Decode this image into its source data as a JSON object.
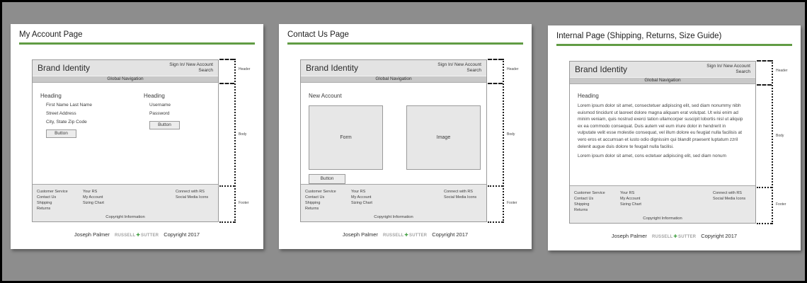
{
  "colors": {
    "background": "#8d8d8d",
    "canvas_border": "#000000",
    "card": "#ffffff",
    "accent_green": "#619c44",
    "wire_header_bg": "#e3e3e3",
    "wire_nav_bg": "#c8c8c8",
    "wire_footer_bg": "#e8e8e8",
    "logo_gray": "#a3a3a3",
    "logo_green": "#3f9e3f"
  },
  "shared": {
    "brand": "Brand Identity",
    "signin": "Sign In/ New Account",
    "search": "Search",
    "global_nav": "Global Navigation",
    "footer_col1": [
      "Customer Service",
      "Contact Us",
      "Shipping",
      "Returns"
    ],
    "footer_col2": [
      "Your RS",
      "My Account",
      "Sizing Chart"
    ],
    "footer_col3": [
      "Connect with RS",
      "Social Media Icons"
    ],
    "copyright_info": "Copyright Information",
    "annotations": [
      "Header",
      "Body",
      "Footer"
    ],
    "credit": {
      "author": "Joseph Palmer",
      "logo_left": "RUSSELL",
      "icon": "✚",
      "logo_right": "SUTTER",
      "year": "Copyright 2017"
    }
  },
  "pages": [
    {
      "id": "my-account",
      "title": "My Account Page",
      "body": {
        "type": "two-col-form",
        "columns": [
          {
            "heading": "Heading",
            "fields": [
              "First Name Last Name",
              "Street Address",
              "City, State Zip Code"
            ],
            "button": "Button"
          },
          {
            "heading": "Heading",
            "fields": [
              "Username",
              "Password"
            ],
            "button": "Button"
          }
        ]
      }
    },
    {
      "id": "contact-us",
      "title": "Contact Us Page",
      "body": {
        "type": "form-image",
        "heading": "New Account",
        "form_label": "Form",
        "image_label": "Image",
        "button": "Button"
      }
    },
    {
      "id": "internal",
      "title": "Internal Page (Shipping, Returns, Size Guide)",
      "body": {
        "type": "text",
        "heading": "Heading",
        "paragraphs": [
          "Lorem ipsum dolor sit amet, consectetuer adipiscing elit, sed diam nonummy nibh euismod tincidunt ut laoreet dolore magna aliquam erat volutpat. Ut wisi enim ad minim veniam, quis nostrud exerci tation ullamcorper suscipit lobortis nisl ut aliquip ex ea commodo consequat. Duis autem vel eum iriure dolor in hendrerit in vulputate velit esse molestie consequat, vel illum dolore eu feugiat nulla facilisis at vero eros et accumsan et iusto odio dignissim qui blandit praesent luptatum zzril delenit augue duis dolore te feugait nulla facilisi.",
          "Lorem ipsum dolor sit amet, cons ectetuer adipiscing elit, sed diam nonum"
        ]
      }
    }
  ]
}
